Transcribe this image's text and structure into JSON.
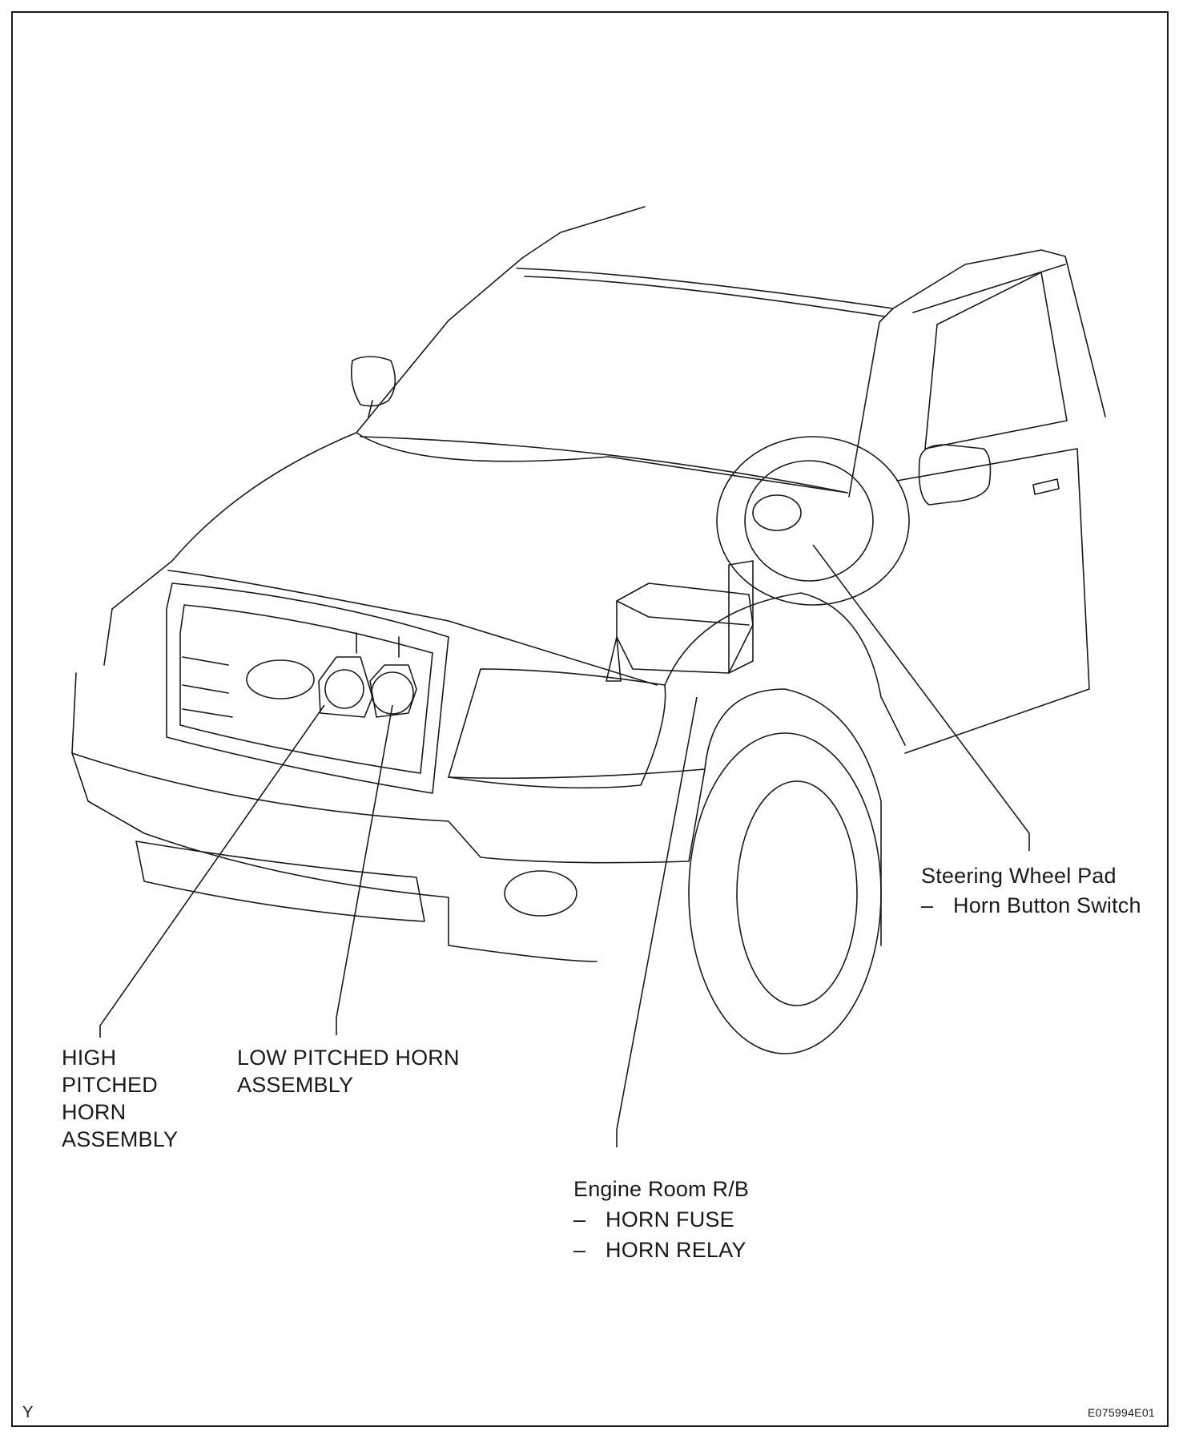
{
  "labels": {
    "steering": {
      "title": "Steering Wheel Pad",
      "item": "Horn Button Switch"
    },
    "high_horn": [
      "HIGH",
      "PITCHED",
      "HORN",
      "ASSEMBLY"
    ],
    "low_horn": [
      "LOW PITCHED HORN",
      "ASSEMBLY"
    ],
    "engine_room": {
      "title": "Engine Room R/B",
      "items": [
        "HORN FUSE",
        "HORN RELAY"
      ]
    }
  },
  "corner_left": "Y",
  "corner_right": "E075994E01",
  "dash_char": "–",
  "colors": {
    "line": "#1a1a1a",
    "background": "#ffffff"
  }
}
